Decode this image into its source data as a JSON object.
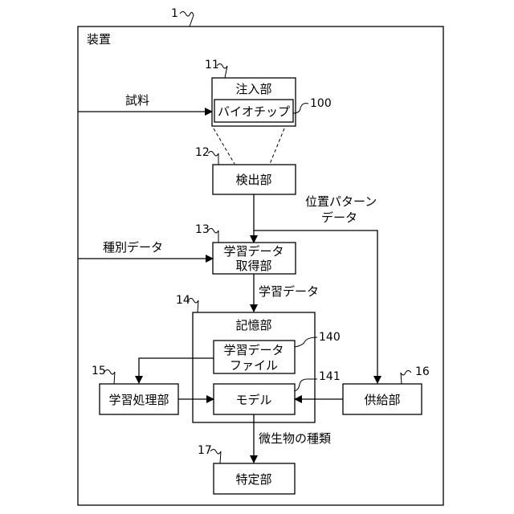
{
  "device": {
    "ref": "1",
    "label": "装置"
  },
  "injection": {
    "ref": "11",
    "label": "注入部",
    "biochip": {
      "ref": "100",
      "label": "バイオチップ"
    }
  },
  "detection": {
    "ref": "12",
    "label": "検出部"
  },
  "acquisition": {
    "ref": "13",
    "label_line1": "学習データ",
    "label_line2": "取得部"
  },
  "storage": {
    "ref": "14",
    "label": "記憶部",
    "learning_file": {
      "ref": "140",
      "label_line1": "学習データ",
      "label_line2": "ファイル"
    },
    "model": {
      "ref": "141",
      "label": "モデル"
    }
  },
  "learning_processor": {
    "ref": "15",
    "label": "学習処理部"
  },
  "supply": {
    "ref": "16",
    "label": "供給部"
  },
  "identification": {
    "ref": "17",
    "label": "特定部"
  },
  "arrows": {
    "sample": "試料",
    "type_data": "種別データ",
    "position_pattern_line1": "位置パターン",
    "position_pattern_line2": "データ",
    "learning_data": "学習データ",
    "microbe_type": "微生物の種類"
  }
}
